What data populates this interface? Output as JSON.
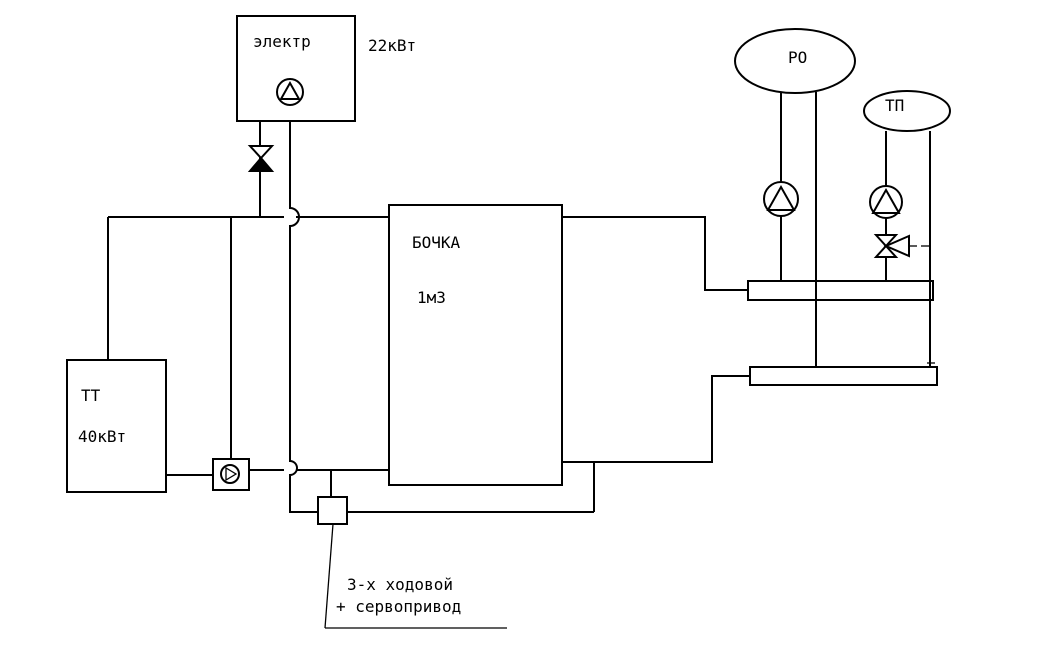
{
  "labels": {
    "electric_boiler": "электр",
    "electric_power": "22кВт",
    "tank_name": "БОЧКА",
    "tank_volume": "1м3",
    "solid_fuel_name": "ТТ",
    "solid_fuel_power": "40кВт",
    "radiators": "РО",
    "floor_heating": "ТП",
    "valve_line1": "3-х ходовой",
    "valve_line2": "+ сервопривод"
  },
  "colors": {
    "stroke": "#000000",
    "background": "#ffffff"
  }
}
